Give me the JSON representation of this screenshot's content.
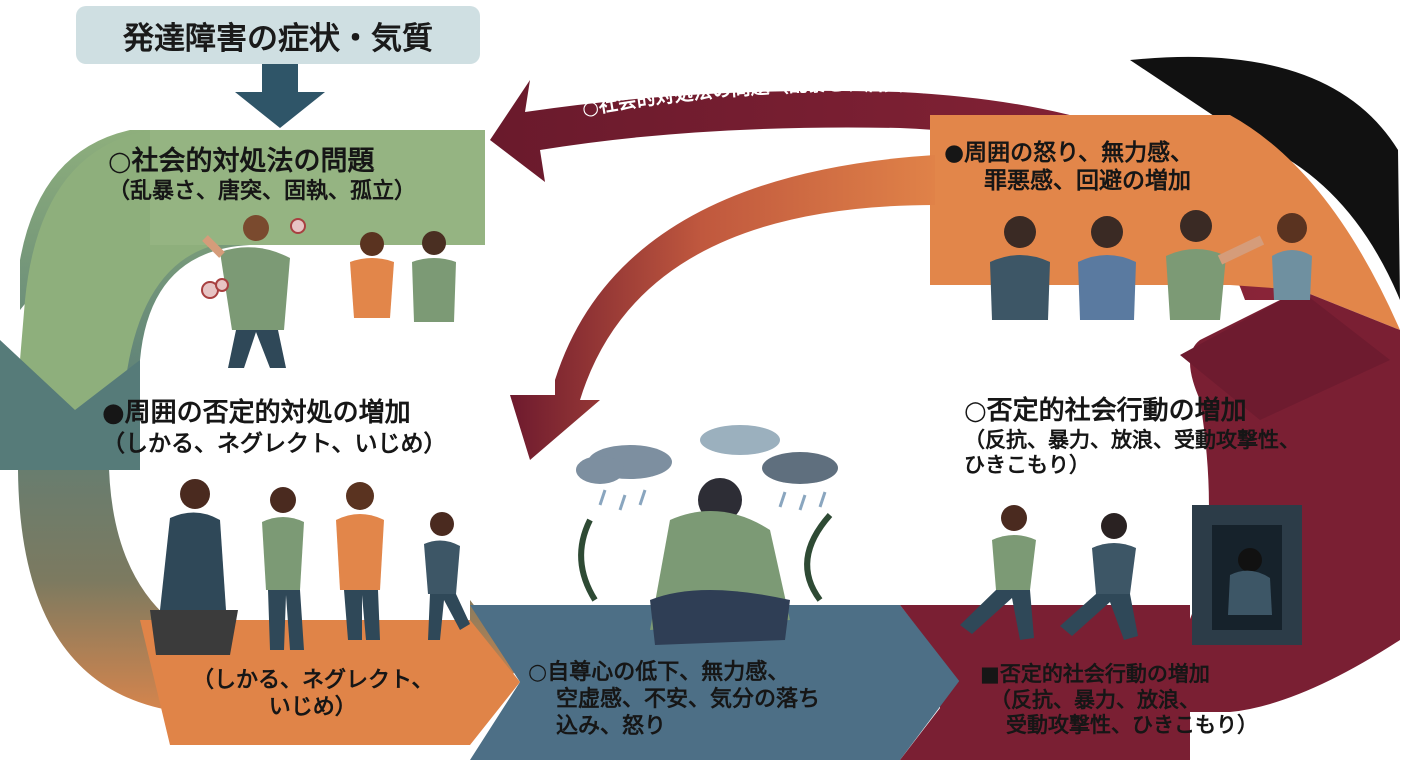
{
  "title": "発達障害の症状・気質",
  "arc_label": "○社会的対処法の問題（乱暴さ、唐突、固執、孤立）: 初めに戻る",
  "nodes": {
    "social_problem": {
      "line1": "○社会的対処法の問題",
      "line2": "（乱暴さ、唐突、固執、孤立）"
    },
    "others_anger": {
      "line1": "●周囲の怒り、無力感、",
      "line2": "罪悪感、回避の増加"
    },
    "negative_response": {
      "line1": "●周囲の否定的対処の増加",
      "line2": "（しかる、ネグレクト、いじめ）"
    },
    "negative_behavior_right": {
      "line1": "○否定的社会行動の増加",
      "line2": "（反抗、暴力、放浪、受動攻撃性、",
      "line3": "ひきこもり）"
    },
    "bottom_left": {
      "line1": "（しかる、ネグレクト、",
      "line2": "いじめ）"
    },
    "self_esteem": {
      "line1": "○自尊心の低下、無力感、",
      "line2": "空虚感、不安、気分の落ち",
      "line3": "込み、怒り"
    },
    "negative_behavior_bottom": {
      "line1": "■否定的社会行動の増加",
      "line2": "（反抗、暴力、放浪、",
      "line3": "受動攻撃性、ひきこもり）"
    }
  },
  "colors": {
    "green": "#8eaf7c",
    "teal": "#567b79",
    "orange": "#e2864a",
    "slate": "#4d6f86",
    "maroon": "#7a1f33",
    "dark_maroon": "#5c1526",
    "title_bg": "#cfdfe2",
    "arrow_blue": "#2f5568"
  }
}
